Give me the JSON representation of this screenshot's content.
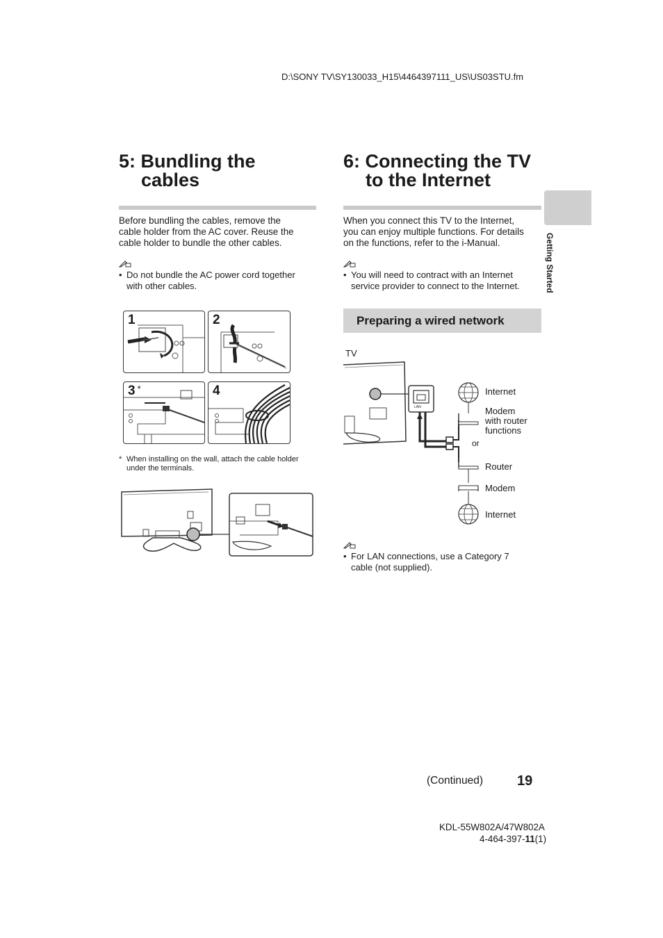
{
  "header": {
    "file_path": "D:\\SONY TV\\SY130033_H15\\4464397111_US\\US03STU.fm"
  },
  "side_tab": {
    "label": "Getting Started"
  },
  "section5": {
    "title_line1": "5: Bundling the",
    "title_line2": "cables",
    "intro_lines": [
      "Before bundling the cables, remove the",
      "cable holder from the AC cover. Reuse the",
      "cable holder to bundle the other cables."
    ],
    "note_lines": [
      "Do not bundle the AC power cord together",
      "with other cables."
    ],
    "steps": [
      "1",
      "2",
      "3",
      "4"
    ],
    "step3_marker": "*",
    "footnote_marker": "*",
    "footnote_lines": [
      "When installing on the wall, attach the cable holder",
      "under the terminals."
    ]
  },
  "section6": {
    "title_line1": "6: Connecting the TV",
    "title_line2": "to the Internet",
    "intro_lines": [
      "When you connect this TV to the Internet,",
      "you can enjoy multiple functions. For details",
      "on the functions, refer to the i-Manual."
    ],
    "note_lines": [
      "You will need to contract with an Internet",
      "service provider to connect to the Internet."
    ],
    "subheading": "Preparing a wired network",
    "diagram": {
      "tv_label": "TV",
      "lan_label": "LAN",
      "internet_top": "Internet",
      "modem_router_lines": [
        "Modem",
        "with router",
        "functions"
      ],
      "or_label": "or",
      "router": "Router",
      "modem": "Modem",
      "internet_bottom": "Internet"
    },
    "note2_lines": [
      "For LAN connections, use a Category 7",
      "cable (not supplied)."
    ]
  },
  "footer": {
    "continued": "(Continued)",
    "page_number": "19",
    "model": "KDL-55W802A/47W802A",
    "code_prefix": "4-464-397-",
    "code_bold": "11",
    "code_suffix": "(1)"
  }
}
